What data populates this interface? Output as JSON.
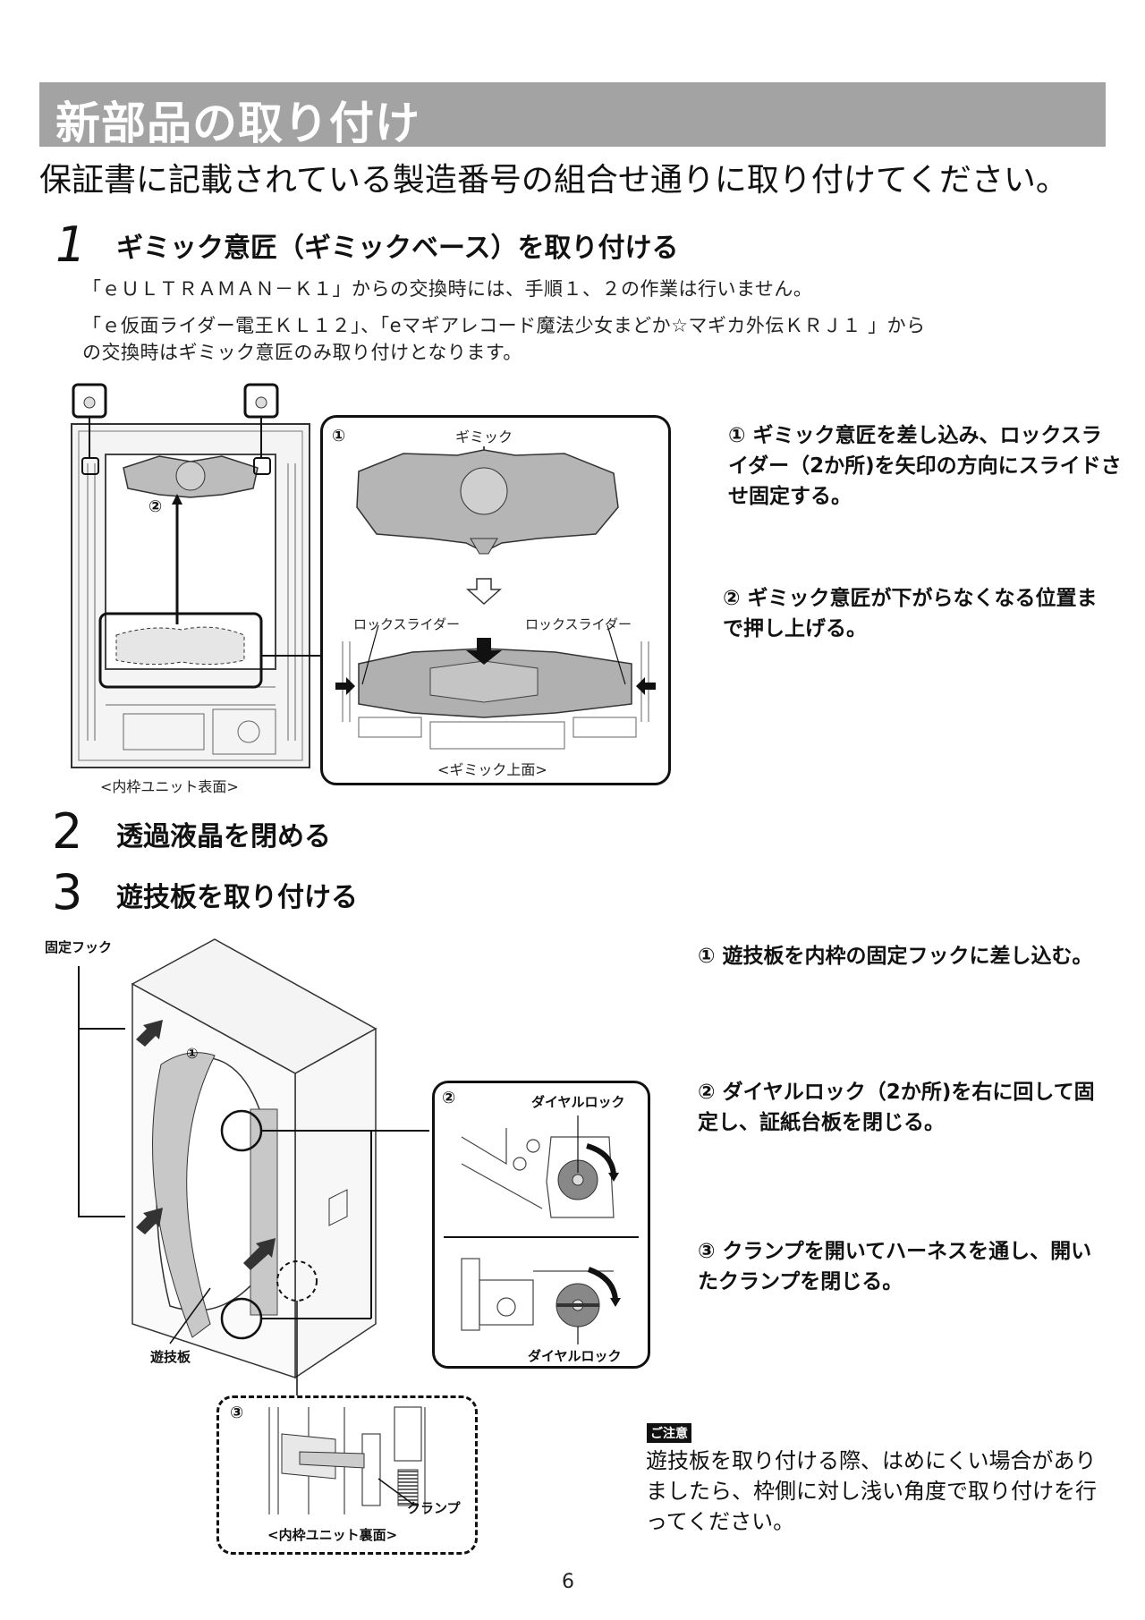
{
  "header": {
    "title": "新部品の取り付け",
    "subtitle": "保証書に記載されている製造番号の組合せ通りに取り付けてください。"
  },
  "step1": {
    "number": "1",
    "heading": "ギミック意匠（ギミックベース）を取り付ける",
    "notes": [
      "「ｅＵＬＴＲＡＭＡＮ－Ｋ１」からの交換時には、手順１、２の作業は行いません。",
      "「ｅ仮面ライダー電王ＫＬ１２」、「eマギアレコード魔法少女まどか☆マギカ外伝ＫＲＪ１ 」から",
      "の交換時はギミック意匠のみ取り付けとなります。"
    ],
    "figure_left": {
      "marker": "②",
      "caption": "<内枠ユニット表面>"
    },
    "figure_right": {
      "marker": "①",
      "label_gimmick": "ギミック",
      "label_lock_left": "ロックスライダー",
      "label_lock_right": "ロックスライダー",
      "caption": "<ギミック上面>"
    },
    "instructions": [
      {
        "marker": "①",
        "text": "ギミック意匠を差し込み、ロックスライダー（2か所)を矢印の方向にスライドさせ固定する。"
      },
      {
        "marker": "②",
        "text": "ギミック意匠が下がらなくなる位置まで押し上げる。"
      }
    ]
  },
  "step2": {
    "number": "2",
    "heading": "透過液晶を閉める"
  },
  "step3": {
    "number": "3",
    "heading": "遊技板を取り付ける",
    "figure_main": {
      "label_hook": "固定フック",
      "label_board": "遊技板",
      "marker": "①"
    },
    "figure_dial": {
      "marker": "②",
      "label_top": "ダイヤルロック",
      "label_bottom": "ダイヤルロック"
    },
    "figure_clamp": {
      "marker": "③",
      "label_clamp": "クランプ",
      "caption": "<内枠ユニット裏面>"
    },
    "instructions": [
      {
        "marker": "①",
        "text": "遊技板を内枠の固定フックに差し込む。"
      },
      {
        "marker": "②",
        "text": "ダイヤルロック（2か所)を右に回して固定し、証紙台板を閉じる。"
      },
      {
        "marker": "③",
        "text": "クランプを開いてハーネスを通し、開いたクランプを閉じる。"
      }
    ]
  },
  "caution": {
    "tag": "ご注意",
    "text": "遊技板を取り付ける際、はめにくい場合がありましたら、枠側に対し浅い角度で取り付けを行ってください。"
  },
  "footer": {
    "page_number": "6"
  }
}
